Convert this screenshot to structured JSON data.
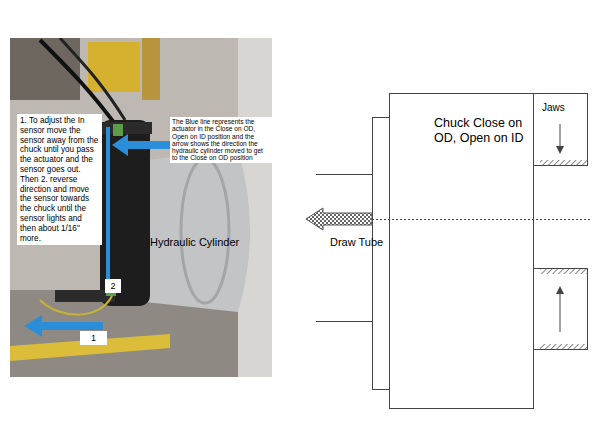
{
  "diagram": {
    "nodes": [
      {
        "text": [
          "1. To adjust the In sensor move the sensor away from the chuck until you pass the actuator and the sensor goes out. Then 2. reverse direction and move the sensor towards the chuck until the sensor lights and then about 1/16\" more."
        ]
      },
      {
        "text": [
          "The Blue line represents the actuator in the Close on OD, Open on ID position and the arrow shows the direction the hydraulic cylinder moved to get to the Close on OD position"
        ]
      },
      {
        "text": [
          "2"
        ]
      },
      {
        "text": [
          "1"
        ]
      },
      {
        "text": [
          "Chuck Close on OD, Open on ID"
        ]
      },
      {
        "text": [
          "Jaws"
        ]
      }
    ],
    "labels": [
      "Hydraulic Cylinder",
      "Draw Tube"
    ]
  }
}
